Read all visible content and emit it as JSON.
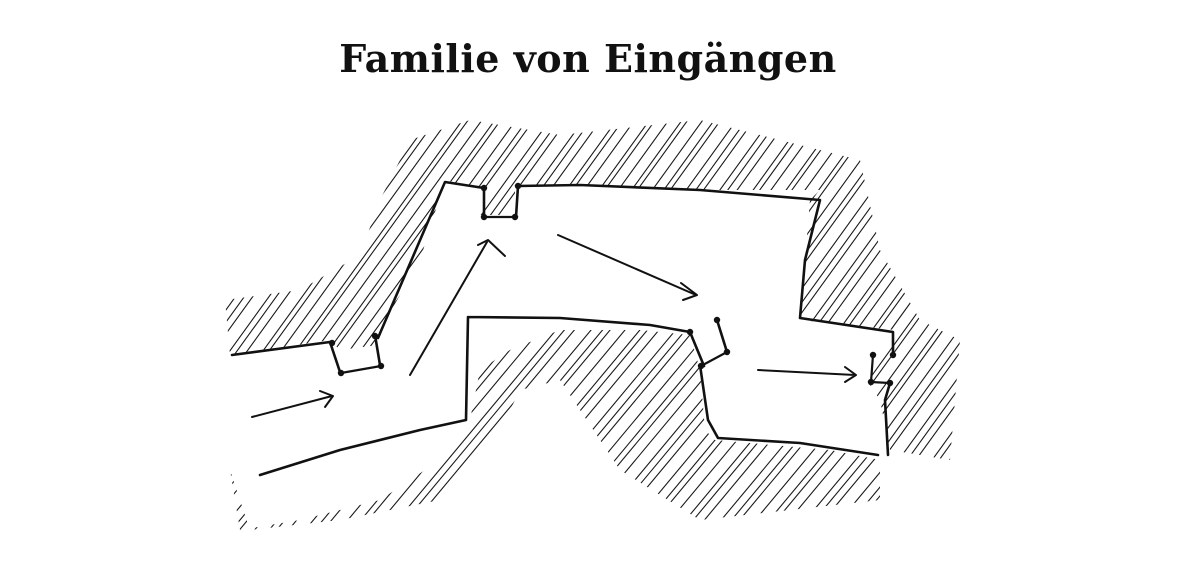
{
  "title": "Familie von Eingängen",
  "colors": {
    "ink": "#111111",
    "paper": "#ffffff"
  },
  "diagram": {
    "nodes": [
      {
        "id": "entrance-1"
      },
      {
        "id": "entrance-2"
      },
      {
        "id": "entrance-3"
      },
      {
        "id": "entrance-4"
      }
    ],
    "edges": [
      {
        "from": "outside",
        "to": "entrance-1"
      },
      {
        "from": "entrance-1",
        "to": "entrance-2"
      },
      {
        "from": "entrance-2",
        "to": "entrance-3"
      },
      {
        "from": "entrance-3",
        "to": "entrance-4"
      }
    ]
  }
}
